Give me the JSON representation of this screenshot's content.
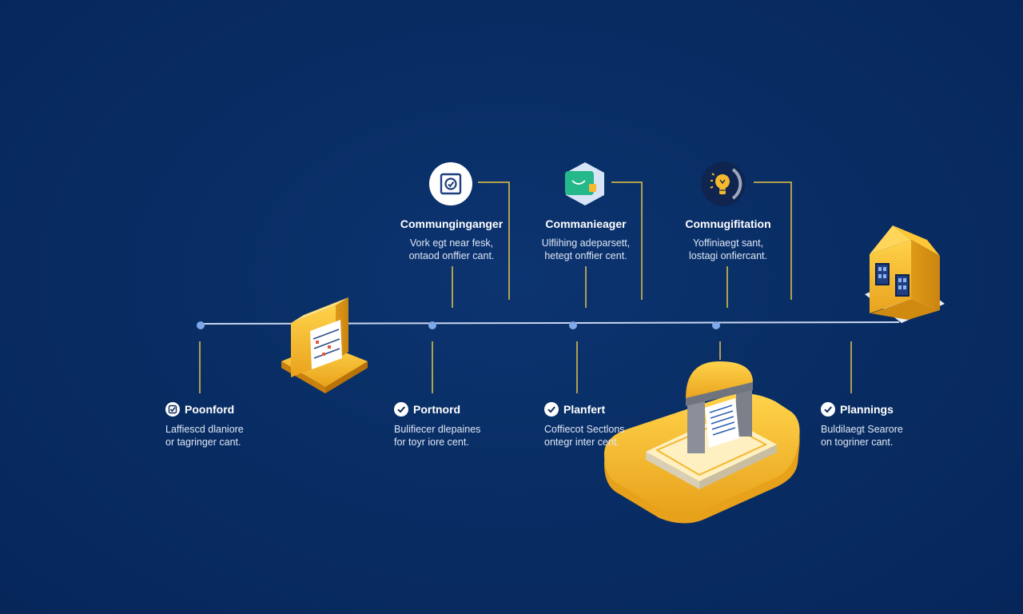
{
  "top_items": [
    {
      "title": "Communginganger",
      "lines": [
        "Vork egt near fesk,",
        "ontaod onffier cant."
      ],
      "icon": "document-seal-icon"
    },
    {
      "title": "Commanieager",
      "lines": [
        "Ulflihing adeparsett,",
        "hetegt onffier cent."
      ],
      "icon": "wallet-icon"
    },
    {
      "title": "Comnugifitation",
      "lines": [
        "Yoffiniaegt sant,",
        "lostagi onfiercant."
      ],
      "icon": "lightbulb-icon"
    }
  ],
  "bottom_items": [
    {
      "title": "Poonford",
      "lines": [
        "Laffiescd dlaniore",
        "or tagringer cant."
      ],
      "icon": "edit-check-icon"
    },
    {
      "title": "Portnord",
      "lines": [
        "Bulifiecer dlepaines",
        "for toyr iore cent."
      ],
      "icon": "check-icon"
    },
    {
      "title": "Planfert",
      "lines": [
        "Coffiecot Sectlons",
        "ontegr inter cent."
      ],
      "icon": "check-icon"
    },
    {
      "title": "Plannings",
      "lines": [
        "Buldilaegt Searore",
        "on togriner cant."
      ],
      "icon": "check-icon"
    }
  ],
  "colors": {
    "background": "#082c62",
    "timeline": "#c9d6ee",
    "connector": "#e8c547",
    "node": "#7fa8e8",
    "accent_yellow": "#f5b82e"
  }
}
